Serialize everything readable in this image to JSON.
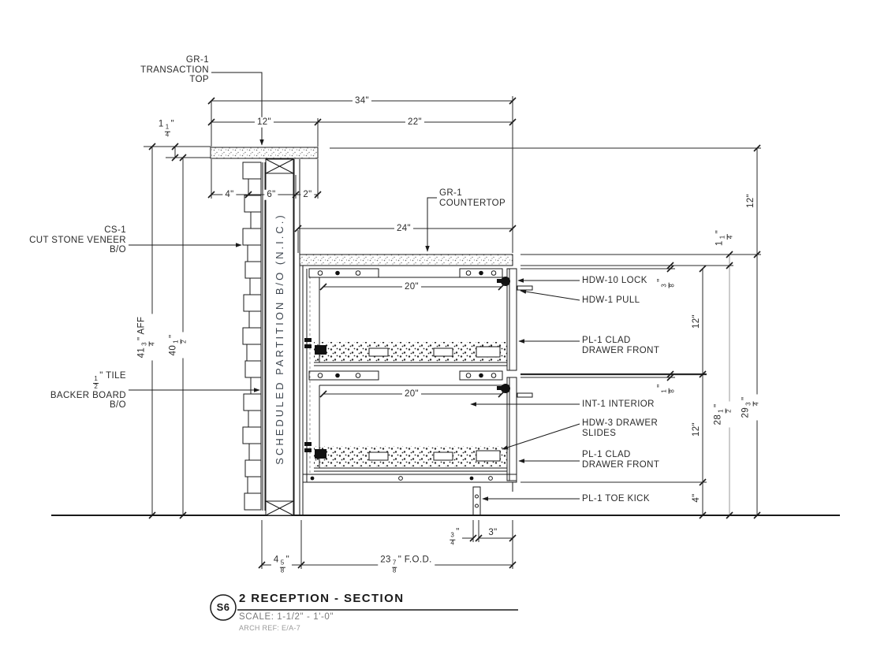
{
  "drawing": {
    "labels": {
      "transaction_top": [
        "GR-1",
        "TRANSACTION",
        "TOP"
      ],
      "countertop": [
        "GR-1",
        "COUNTERTOP"
      ],
      "stone_veneer": [
        "CS-1",
        "CUT STONE VENEER",
        "B/O"
      ],
      "tile_backer": [
        "1/2\" TILE",
        "BACKER BOARD",
        "B/O"
      ],
      "partition": "SCHEDULED PARTITION B/O (N.I.C.)",
      "lock": "HDW-10 LOCK",
      "pull": "HDW-1 PULL",
      "drawer_front_upper": [
        "PL-1 CLAD",
        "DRAWER FRONT"
      ],
      "interior": "INT-1 INTERIOR",
      "drawer_slides": [
        "HDW-3 DRAWER",
        "SLIDES"
      ],
      "drawer_front_lower": [
        "PL-1 CLAD",
        "DRAWER FRONT"
      ],
      "toe_kick": "PL-1 TOE KICK"
    },
    "dimensions": {
      "overall_depth": "34\"",
      "transaction_width": "12\"",
      "counter_depth_top": "22\"",
      "overhang": "4\"",
      "partition_core": "6\"",
      "gap": "2\"",
      "countertop_depth": "24\"",
      "top_thickness_left": "1 1/4\"",
      "aff_height": "41 3/4\" AFF",
      "below_top_height": "40 1/2\"",
      "drawer_opening_upper": "20\"",
      "drawer_opening_lower": "20\"",
      "transaction_above_counter": "12\"",
      "counter_thickness": "1 1/4\"",
      "reveal_top": "3/8\"",
      "drawer_front_upper_h": "12\"",
      "reveal_mid": "1/8\"",
      "drawer_front_lower_h": "12\"",
      "toe_kick_h": "4\"",
      "cabinet_height": "28 1/2\"",
      "counter_height": "29 3/4\"",
      "partition_width": "4 5/8\"",
      "fod": "23 7/8\" F.O.D.",
      "toe_kick_thickness": "3/4\"",
      "toe_kick_recess": "3\""
    },
    "title_block": {
      "detail_bubble": "S6",
      "title": "2 RECEPTION  - SECTION",
      "scale": "SCALE: 1-1/2\" - 1'-0\"",
      "arch_ref": "ARCH REF: E/A-7"
    },
    "colors": {
      "line": "#1a1a1a",
      "gray_line": "#999999",
      "text": "#2a2a2a",
      "muted_text": "#7a7a7a"
    }
  }
}
